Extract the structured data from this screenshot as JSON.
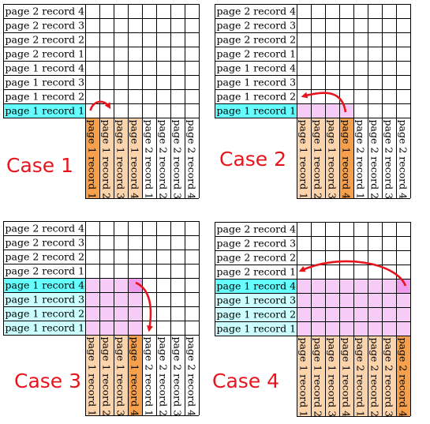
{
  "row_labels": [
    "page 2 record 4",
    "page 2 record 3",
    "page 2 record 2",
    "page 2 record 1",
    "page 1 record 4",
    "page 1 record 3",
    "page 1 record 2",
    "page 1 record 1"
  ],
  "col_labels": [
    "page 1 record 1",
    "page 1 record 2",
    "page 1 record 3",
    "page 1 record 4",
    "page 2 record 1",
    "page 2 record 2",
    "page 2 record 3",
    "page 2 record 4"
  ],
  "colors": {
    "row_highlight": "#ccffff",
    "row_current": "#66ffff",
    "col_light": "#fcd4ac",
    "col_current": "#f6a04c",
    "cell_fill": "#f6ccf6",
    "cell_current": "#ee9cee",
    "arrow": "#e8141c"
  },
  "cases": [
    {
      "label": "Case 1",
      "highlight_rows": [
        7
      ],
      "current_row": 7,
      "highlight_cols": [
        0,
        1,
        2,
        3
      ],
      "current_col": 0,
      "filled_rows": [],
      "filled_cols": [],
      "current_cell": null
    },
    {
      "label": "Case 2",
      "highlight_rows": [
        7
      ],
      "current_row": 7,
      "highlight_cols": [
        0,
        1,
        2,
        3
      ],
      "current_col": 3,
      "filled_rows": [
        7
      ],
      "filled_cols": [
        0,
        1,
        2,
        3
      ],
      "current_cell": null
    },
    {
      "label": "Case 3",
      "highlight_rows": [
        4,
        5,
        6,
        7
      ],
      "current_row": 4,
      "highlight_cols": [
        0,
        1,
        2,
        3
      ],
      "current_col": 3,
      "filled_rows": [
        4,
        5,
        6,
        7
      ],
      "filled_cols": [
        0,
        1,
        2,
        3
      ],
      "current_cell": [
        4,
        3
      ]
    },
    {
      "label": "Case 4",
      "highlight_rows": [
        4,
        5,
        6,
        7
      ],
      "current_row": 4,
      "highlight_cols": [
        0,
        1,
        2,
        3,
        4,
        5,
        6,
        7
      ],
      "current_col": 7,
      "filled_rows": [
        4,
        5,
        6,
        7
      ],
      "filled_cols": [
        0,
        1,
        2,
        3,
        4,
        5,
        6,
        7
      ],
      "current_cell": [
        4,
        7
      ]
    }
  ]
}
